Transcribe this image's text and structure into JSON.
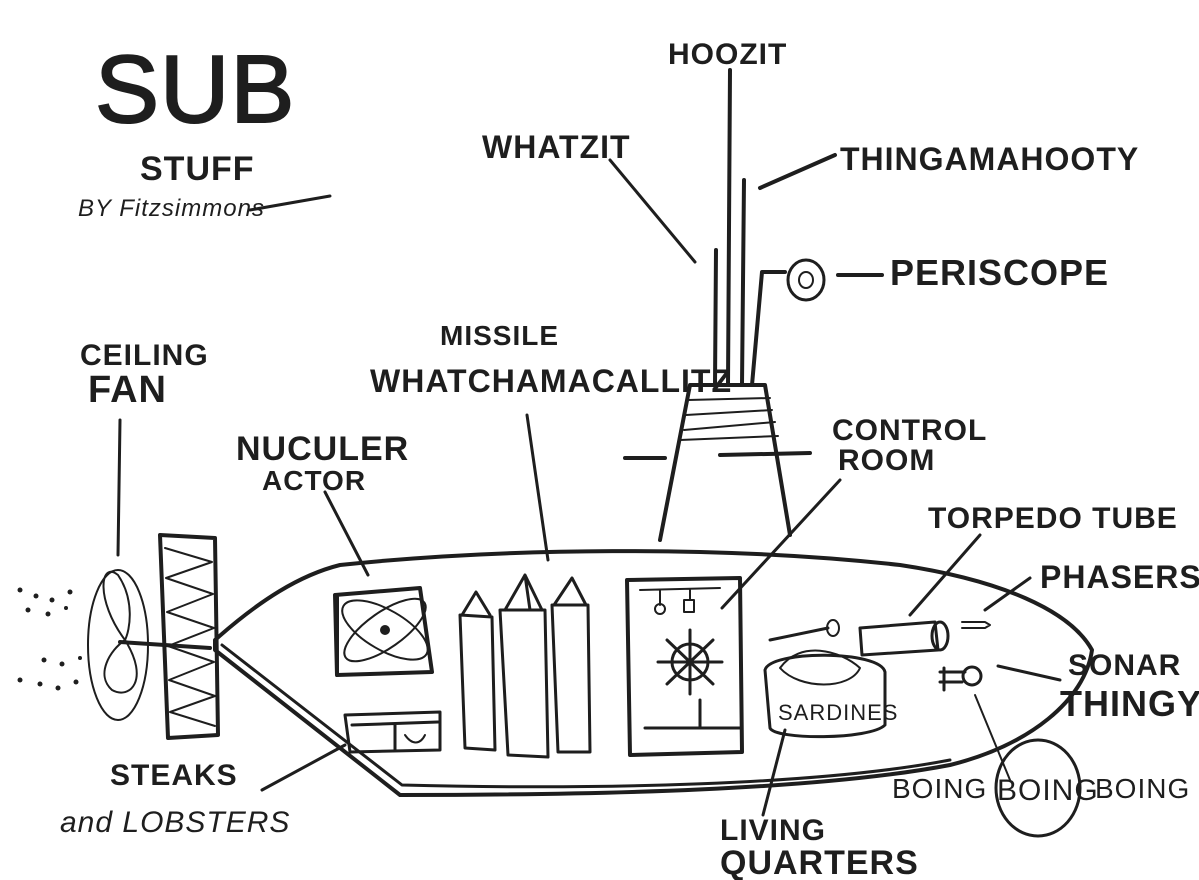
{
  "title": {
    "main": "SUB",
    "sub": "STUFF",
    "byline": "BY Fitzsimmons"
  },
  "labels": {
    "hoozit": "HOOZIT",
    "whatzit": "WHATZIT",
    "thingamahooty": "THINGAMAHOOTY",
    "periscope": "PERISCOPE",
    "ceiling_fan_1": "CEILING",
    "ceiling_fan_2": "FAN",
    "missile_1": "MISSILE",
    "missile_2": "WHATCHAMACALLITZ",
    "nuculer_1": "NUCULER",
    "nuculer_2": "ACTOR",
    "control_1": "CONTROL",
    "control_2": "ROOM",
    "torpedo": "TORPEDO TUBE",
    "phasers": "PHASERS",
    "sonar_1": "SONAR",
    "sonar_2": "THINGY",
    "steaks_1": "STEAKS",
    "steaks_2": "and LOBSTERS",
    "boing_1": "BOING",
    "boing_2": "BOING",
    "boing_3": "BOING",
    "living_1": "LIVING",
    "living_2": "QUARTERS",
    "sardines": "SARDINES"
  }
}
